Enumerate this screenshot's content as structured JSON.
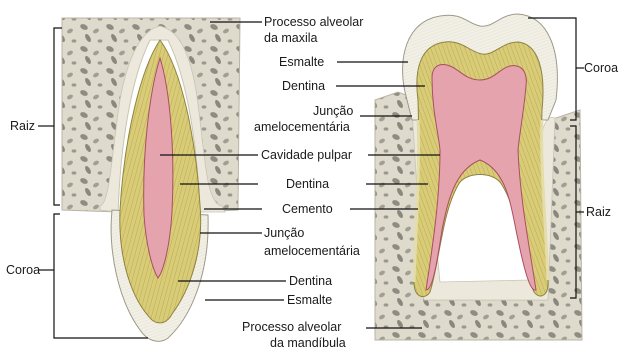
{
  "labels": {
    "processo_maxila_1": "Processo alveolar",
    "processo_maxila_2": "da maxila",
    "esmalte_top": "Esmalte",
    "dentina_top": "Dentina",
    "juncao_top_1": "Junção",
    "juncao_top_2": "amelocementária",
    "cavidade_pulpar": "Cavidade pulpar",
    "dentina_mid": "Dentina",
    "cemento": "Cemento",
    "juncao_mid_1": "Junção",
    "juncao_mid_2": "amelocementária",
    "dentina_low": "Dentina",
    "esmalte_low": "Esmalte",
    "processo_mandibula_1": "Processo alveolar",
    "processo_mandibula_2": "da mandíbula",
    "raiz_left": "Raiz",
    "coroa_left": "Coroa",
    "coroa_right": "Coroa",
    "raiz_right": "Raiz"
  },
  "colors": {
    "bone": "#d9d6c8",
    "bone_spots": "#8f8d82",
    "enamel": "#f2f0e6",
    "dentin": "#d8cc78",
    "dentin_lines": "#b9a84a",
    "pulp": "#e5a3ae",
    "cementum": "#e4dcaa",
    "line": "#111111"
  }
}
